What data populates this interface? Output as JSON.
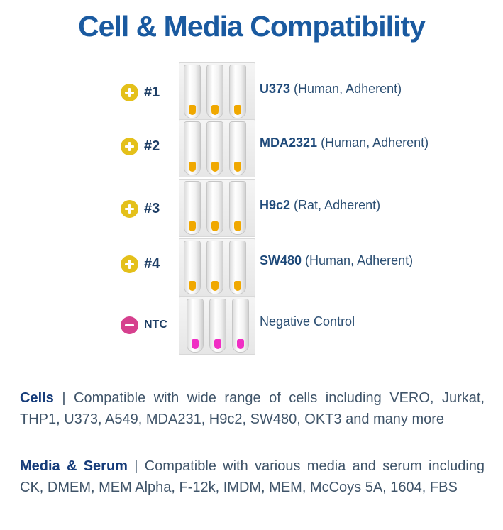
{
  "title": "Cell & Media Compatibility",
  "colors": {
    "title": "#1a5aa0",
    "positive": "#e4c01a",
    "negative": "#d6408e",
    "liquid_positive": "#f0a800",
    "liquid_negative": "#f02ec4"
  },
  "rows": [
    {
      "badge_icon": "plus-circle-icon",
      "badge": "#1",
      "name": "U373",
      "detail": "(Human, Adherent)",
      "result": "positive"
    },
    {
      "badge_icon": "plus-circle-icon",
      "badge": "#2",
      "name": "MDA2321",
      "detail": "(Human, Adherent)",
      "result": "positive"
    },
    {
      "badge_icon": "plus-circle-icon",
      "badge": "#3",
      "name": "H9c2",
      "detail": "(Rat, Adherent)",
      "result": "positive"
    },
    {
      "badge_icon": "plus-circle-icon",
      "badge": "#4",
      "name": "SW480",
      "detail": "(Human, Adherent)",
      "result": "positive"
    },
    {
      "badge_icon": "minus-circle-icon",
      "badge": "NTC",
      "name": "",
      "detail": "Negative Control",
      "result": "negative"
    }
  ],
  "cells": {
    "heading": "Cells",
    "text": " | Compatible with wide range of cells including VERO, Jurkat, THP1, U373, A549, MDA231, H9c2, SW480, OKT3 and many more"
  },
  "media": {
    "heading": "Media & Serum",
    "text": " | Compatible with various media and serum including CK, DMEM, MEM Alpha, F-12k, IMDM, MEM, McCoys 5A, 1604, FBS"
  }
}
